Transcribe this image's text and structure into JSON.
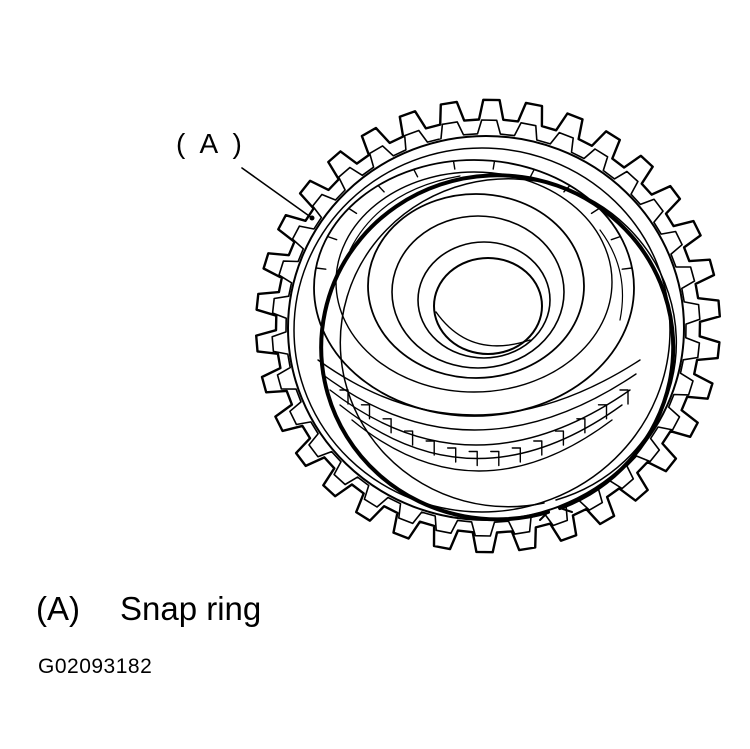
{
  "callout": {
    "label": "( A )"
  },
  "legend": {
    "key": "(A)",
    "description": "Snap ring"
  },
  "figure_id": "G02093182"
}
